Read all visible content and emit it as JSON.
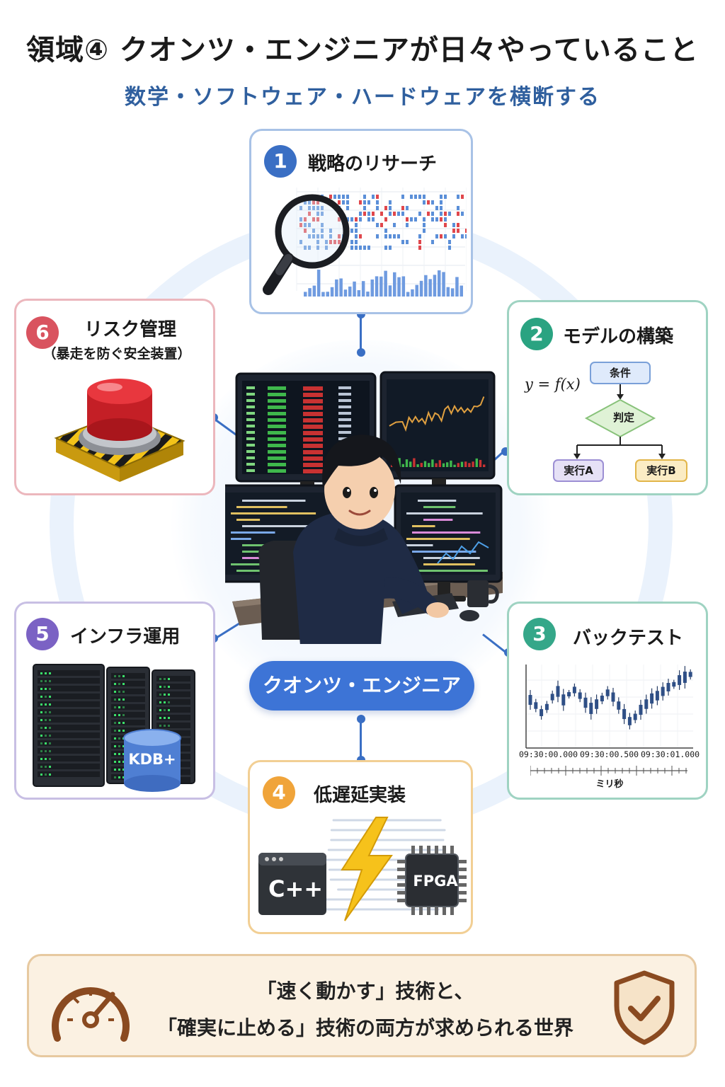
{
  "title": "領域④ クオンツ・エンジニアが日々やっていること",
  "subtitle": "数学・ソフトウェア・ハードウェアを横断する",
  "center_label": "クオンツ・エンジニア",
  "cards": [
    {
      "num": "1",
      "title": "戦略のリサーチ"
    },
    {
      "num": "2",
      "title": "モデルの構築",
      "formula": "y = f(x)",
      "flow": {
        "cond": "条件",
        "judge": "判定",
        "a": "実行A",
        "b": "実行B"
      }
    },
    {
      "num": "3",
      "title": "バックテスト",
      "ticks": [
        "09:30:00.000",
        "09:30:00.500",
        "09:30:01.000"
      ],
      "unit": "ミリ秒"
    },
    {
      "num": "4",
      "title": "低遅延実装",
      "cpp": "C++",
      "fpga": "FPGA"
    },
    {
      "num": "5",
      "title": "インフラ運用",
      "db": "KDB+"
    },
    {
      "num": "6",
      "title": "リスク管理",
      "subtitle": "（暴走を防ぐ安全装置）"
    }
  ],
  "footer": {
    "line1": "「速く動かす」技術と、",
    "line2": "「確実に止める」技術の両方が求められる世界"
  },
  "colors": {
    "blue": "#3a6fc4",
    "green": "#2aa381",
    "teal": "#35a789",
    "orange": "#f0a43a",
    "purple": "#7b62c4",
    "red": "#d9535f"
  }
}
